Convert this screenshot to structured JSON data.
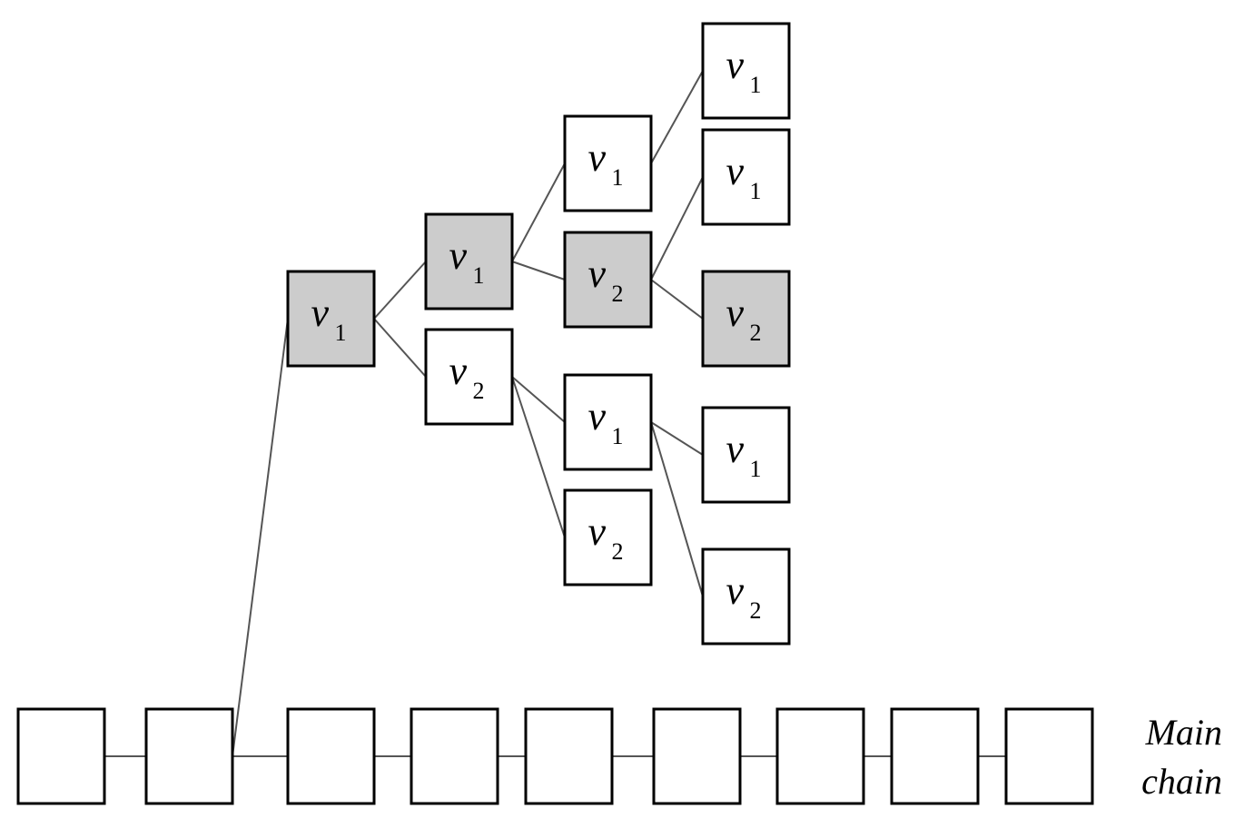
{
  "diagram": {
    "main_chain_label": [
      "Main",
      "chain"
    ],
    "colors": {
      "highlight_fill": "#cccccc",
      "normal_fill": "#ffffff",
      "border": "#000000",
      "edge": "#555555"
    },
    "main_chain": [
      {
        "id": "m1",
        "label": ""
      },
      {
        "id": "m2",
        "label": ""
      },
      {
        "id": "m3",
        "label": ""
      },
      {
        "id": "m4",
        "label": ""
      },
      {
        "id": "m5",
        "label": ""
      },
      {
        "id": "m6",
        "label": ""
      },
      {
        "id": "m7",
        "label": ""
      },
      {
        "id": "m8",
        "label": ""
      },
      {
        "id": "m9",
        "label": ""
      }
    ],
    "tree": [
      {
        "id": "a",
        "var": "v",
        "sub": "1",
        "highlighted": true
      },
      {
        "id": "b1",
        "var": "v",
        "sub": "1",
        "highlighted": true
      },
      {
        "id": "b2",
        "var": "v",
        "sub": "2",
        "highlighted": false
      },
      {
        "id": "c1",
        "var": "v",
        "sub": "1",
        "highlighted": false
      },
      {
        "id": "c2",
        "var": "v",
        "sub": "2",
        "highlighted": true
      },
      {
        "id": "c3",
        "var": "v",
        "sub": "1",
        "highlighted": false
      },
      {
        "id": "c4",
        "var": "v",
        "sub": "2",
        "highlighted": false
      },
      {
        "id": "d1",
        "var": "v",
        "sub": "1",
        "highlighted": false
      },
      {
        "id": "d2",
        "var": "v",
        "sub": "1",
        "highlighted": false
      },
      {
        "id": "d3",
        "var": "v",
        "sub": "2",
        "highlighted": true
      },
      {
        "id": "d4",
        "var": "v",
        "sub": "1",
        "highlighted": false
      },
      {
        "id": "d5",
        "var": "v",
        "sub": "2",
        "highlighted": false
      }
    ],
    "edges": [
      [
        "m1",
        "m2"
      ],
      [
        "m2",
        "m3"
      ],
      [
        "m3",
        "m4"
      ],
      [
        "m4",
        "m5"
      ],
      [
        "m5",
        "m6"
      ],
      [
        "m6",
        "m7"
      ],
      [
        "m7",
        "m8"
      ],
      [
        "m8",
        "m9"
      ],
      [
        "m2",
        "a"
      ],
      [
        "a",
        "b1"
      ],
      [
        "a",
        "b2"
      ],
      [
        "b1",
        "c1"
      ],
      [
        "b1",
        "c2"
      ],
      [
        "b2",
        "c3"
      ],
      [
        "b2",
        "c4"
      ],
      [
        "c1",
        "d1"
      ],
      [
        "c2",
        "d2"
      ],
      [
        "c2",
        "d3"
      ],
      [
        "c3",
        "d4"
      ],
      [
        "c3",
        "d5"
      ]
    ]
  }
}
